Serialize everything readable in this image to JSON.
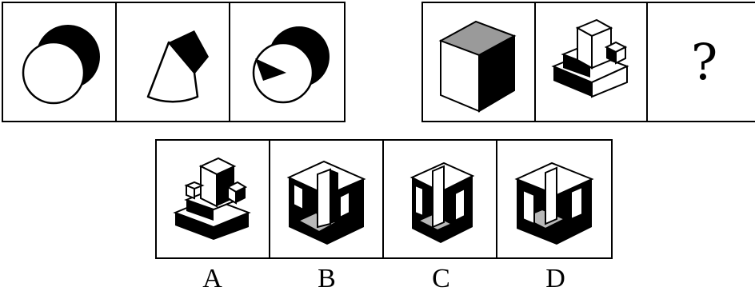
{
  "puzzle": {
    "question_mark": "?",
    "option_labels": [
      "A",
      "B",
      "C",
      "D"
    ]
  },
  "colors": {
    "line": "#000000",
    "fill_light": "#ffffff",
    "fill_dark": "#000000",
    "fill_gray": "#b8b8b8"
  }
}
